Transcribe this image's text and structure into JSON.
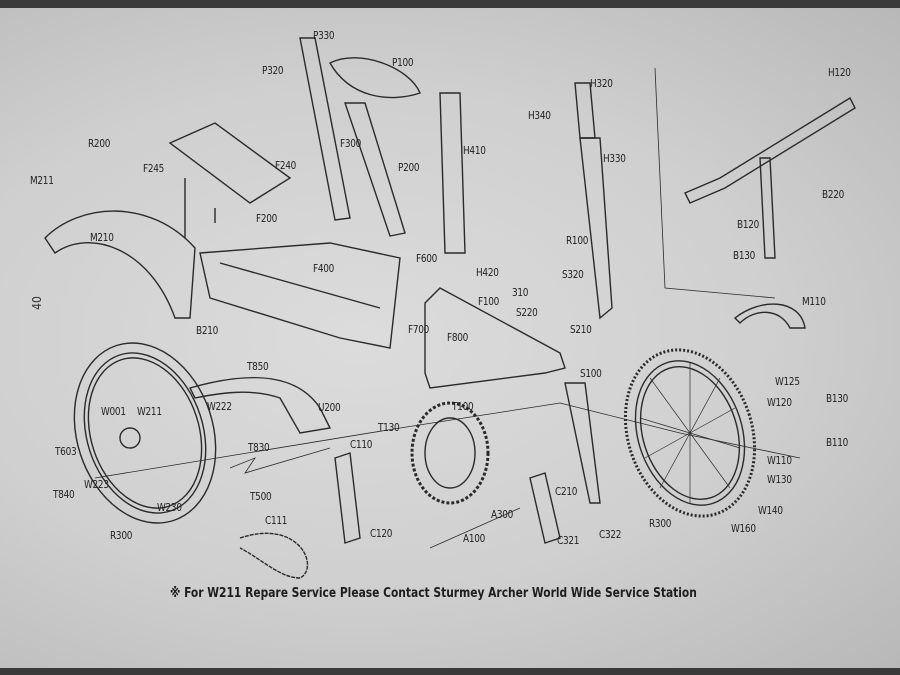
{
  "page_number": "40",
  "caption": "※ For W211 Repare Service Please Contact Sturmey Archer World Wide Service Station",
  "part_labels": [
    {
      "id": "P330"
    },
    {
      "id": "P320"
    },
    {
      "id": "P100"
    },
    {
      "id": "R200"
    },
    {
      "id": "F245"
    },
    {
      "id": "F240"
    },
    {
      "id": "M211"
    },
    {
      "id": "M210"
    },
    {
      "id": "F300"
    },
    {
      "id": "P200"
    },
    {
      "id": "H410"
    },
    {
      "id": "H340"
    },
    {
      "id": "H320"
    },
    {
      "id": "H330"
    },
    {
      "id": "H120"
    },
    {
      "id": "B220"
    },
    {
      "id": "F200"
    },
    {
      "id": "F400"
    },
    {
      "id": "F600"
    },
    {
      "id": "H420"
    },
    {
      "id": "R100"
    },
    {
      "id": "S320"
    },
    {
      "id": "310"
    },
    {
      "id": "S220"
    },
    {
      "id": "S210"
    },
    {
      "id": "B120"
    },
    {
      "id": "B130"
    },
    {
      "id": "M110"
    },
    {
      "id": "B210"
    },
    {
      "id": "F700"
    },
    {
      "id": "F800"
    },
    {
      "id": "F100"
    },
    {
      "id": "S100"
    },
    {
      "id": "T850"
    },
    {
      "id": "U200"
    },
    {
      "id": "W001"
    },
    {
      "id": "W211"
    },
    {
      "id": "W222"
    },
    {
      "id": "T130"
    },
    {
      "id": "T100"
    },
    {
      "id": "C110"
    },
    {
      "id": "W125"
    },
    {
      "id": "W120"
    },
    {
      "id": "B130"
    },
    {
      "id": "B110"
    },
    {
      "id": "W110"
    },
    {
      "id": "W130"
    },
    {
      "id": "W140"
    },
    {
      "id": "W160"
    },
    {
      "id": "T603"
    },
    {
      "id": "T840"
    },
    {
      "id": "W223"
    },
    {
      "id": "T830"
    },
    {
      "id": "T500"
    },
    {
      "id": "W230"
    },
    {
      "id": "R300"
    },
    {
      "id": "C111"
    },
    {
      "id": "C120"
    },
    {
      "id": "A300"
    },
    {
      "id": "A100"
    },
    {
      "id": "C210"
    },
    {
      "id": "C321"
    },
    {
      "id": "C322"
    },
    {
      "id": "R300"
    }
  ]
}
